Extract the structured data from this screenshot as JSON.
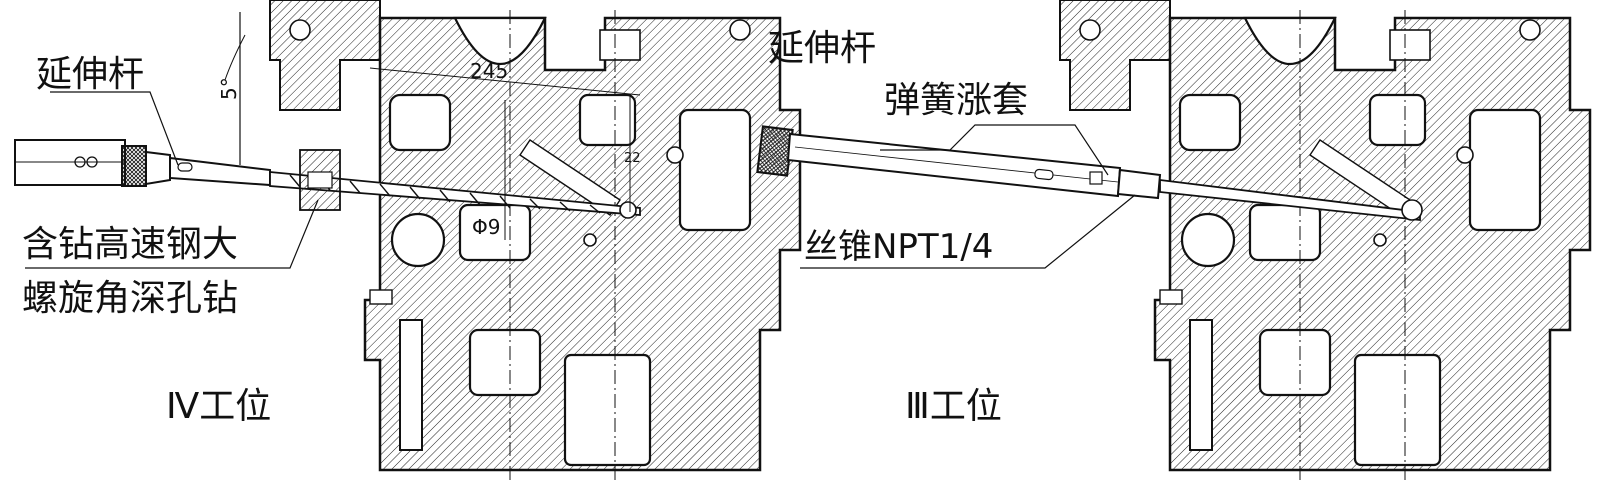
{
  "left_view": {
    "station_label": "Ⅳ工位",
    "tool_extension_label": "延伸杆",
    "drill_label_line1": "含钻高速钢大",
    "drill_label_line2": "螺旋角深孔钻",
    "dim_angle": "5°",
    "dim_length": "245",
    "dim_diameter": "Φ9",
    "dim_small": "22"
  },
  "right_view": {
    "station_label": "Ⅲ工位",
    "tool_extension_label": "延伸杆",
    "collet_label": "弹簧涨套",
    "tap_label": "丝锥NPT1/4"
  },
  "colors": {
    "ink": "#111111",
    "paper": "#ffffff"
  }
}
